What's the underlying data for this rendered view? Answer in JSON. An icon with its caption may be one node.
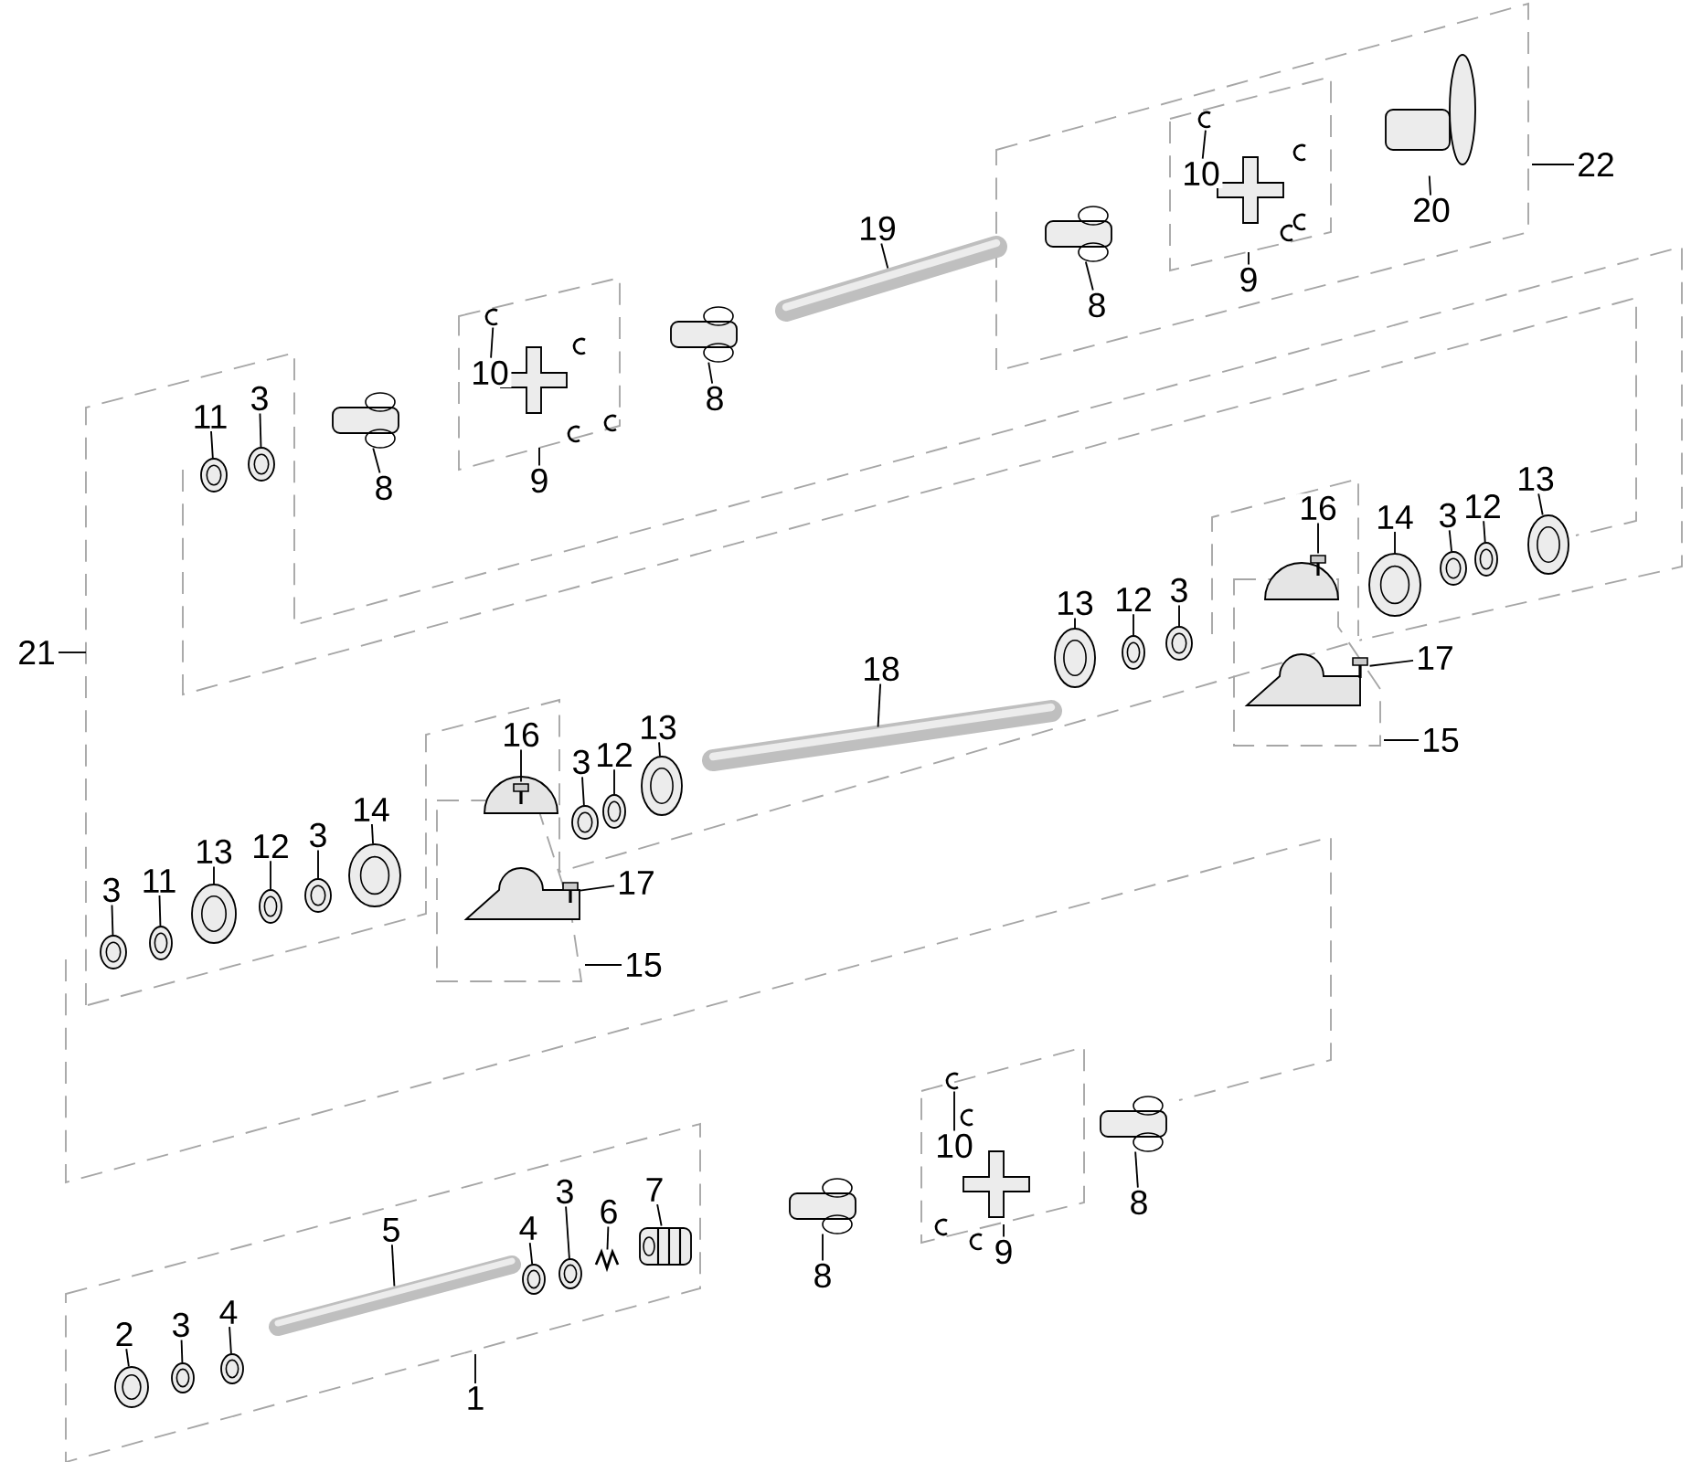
{
  "diagram": {
    "nodes": [
      {
        "text": [
          "10"
        ]
      },
      {
        "text": [
          "22"
        ]
      },
      {
        "text": [
          "19"
        ]
      },
      {
        "text": [
          "20"
        ]
      },
      {
        "text": [
          "9"
        ]
      },
      {
        "text": [
          "8"
        ]
      },
      {
        "text": [
          "10"
        ]
      },
      {
        "text": [
          "8"
        ]
      },
      {
        "text": [
          "11"
        ]
      },
      {
        "text": [
          "3"
        ]
      },
      {
        "text": [
          "9"
        ]
      },
      {
        "text": [
          "8"
        ]
      },
      {
        "text": [
          "13"
        ]
      },
      {
        "text": [
          "16"
        ]
      },
      {
        "text": [
          "14"
        ]
      },
      {
        "text": [
          "3"
        ]
      },
      {
        "text": [
          "12"
        ]
      },
      {
        "text": [
          "3"
        ]
      },
      {
        "text": [
          "12"
        ]
      },
      {
        "text": [
          "13"
        ]
      },
      {
        "text": [
          "21"
        ]
      },
      {
        "text": [
          "17"
        ]
      },
      {
        "text": [
          "18"
        ]
      },
      {
        "text": [
          "16"
        ]
      },
      {
        "text": [
          "13"
        ]
      },
      {
        "text": [
          "15"
        ]
      },
      {
        "text": [
          "12"
        ]
      },
      {
        "text": [
          "3"
        ]
      },
      {
        "text": [
          "14"
        ]
      },
      {
        "text": [
          "3"
        ]
      },
      {
        "text": [
          "12"
        ]
      },
      {
        "text": [
          "13"
        ]
      },
      {
        "text": [
          "11"
        ]
      },
      {
        "text": [
          "3"
        ]
      },
      {
        "text": [
          "17"
        ]
      },
      {
        "text": [
          "15"
        ]
      },
      {
        "text": [
          "10"
        ]
      },
      {
        "text": [
          "8"
        ]
      },
      {
        "text": [
          "9"
        ]
      },
      {
        "text": [
          "7"
        ]
      },
      {
        "text": [
          "3"
        ]
      },
      {
        "text": [
          "6"
        ]
      },
      {
        "text": [
          "4"
        ]
      },
      {
        "text": [
          "8"
        ]
      },
      {
        "text": [
          "5"
        ]
      },
      {
        "text": [
          "4"
        ]
      },
      {
        "text": [
          "3"
        ]
      },
      {
        "text": [
          "2"
        ]
      },
      {
        "text": [
          "1"
        ]
      },
      {
        "text": [],
        "shape": "picture"
      },
      {
        "text": [],
        "shape": "picture"
      },
      {
        "text": [],
        "shape": "picture"
      },
      {
        "text": [],
        "shape": "picture"
      },
      {
        "text": [],
        "shape": "picture"
      },
      {
        "text": [],
        "shape": "picture"
      },
      {
        "text": [],
        "shape": "picture"
      },
      {
        "text": [],
        "shape": "picture"
      },
      {
        "text": [],
        "shape": "picture"
      },
      {
        "text": [],
        "shape": "picture"
      },
      {
        "text": [],
        "shape": "picture"
      },
      {
        "text": [],
        "shape": "picture"
      },
      {
        "text": [],
        "shape": "picture"
      },
      {
        "text": [],
        "shape": "picture"
      },
      {
        "text": [],
        "shape": "picture"
      },
      {
        "text": [],
        "shape": "picture"
      },
      {
        "text": [],
        "shape": "picture"
      },
      {
        "text": [],
        "shape": "picture"
      },
      {
        "text": [],
        "shape": "picture"
      },
      {
        "text": [],
        "shape": "picture"
      },
      {
        "text": [],
        "shape": "picture"
      },
      {
        "text": [],
        "shape": "picture"
      },
      {
        "text": [],
        "shape": "picture"
      },
      {
        "text": [],
        "shape": "picture"
      },
      {
        "text": [],
        "shape": "picture"
      },
      {
        "text": [],
        "shape": "picture"
      },
      {
        "text": [],
        "shape": "picture"
      },
      {
        "text": [],
        "shape": "picture"
      },
      {
        "text": [],
        "shape": "picture"
      },
      {
        "text": [],
        "shape": "picture"
      },
      {
        "text": [],
        "shape": "picture"
      },
      {
        "text": [],
        "shape": "picture"
      },
      {
        "text": [],
        "shape": "picture"
      },
      {
        "text": [],
        "shape": "picture"
      },
      {
        "text": [],
        "shape": "picture"
      },
      {
        "text": [],
        "shape": "picture"
      },
      {
        "text": [],
        "shape": "picture"
      },
      {
        "text": [],
        "shape": "picture"
      },
      {
        "text": [],
        "shape": "picture"
      },
      {
        "text": [],
        "shape": "picture"
      },
      {
        "text": [],
        "shape": "picture"
      }
    ],
    "edges": [
      {
        "from": 0,
        "to": 49,
        "arrow": "none"
      },
      {
        "from": 1,
        "to": null,
        "arrow": "none"
      },
      {
        "from": 2,
        "to": 50,
        "arrow": "none"
      },
      {
        "from": 3,
        "to": 51,
        "arrow": "none"
      },
      {
        "from": 4,
        "to": null,
        "arrow": "none"
      },
      {
        "from": 5,
        "to": 52,
        "arrow": "none"
      },
      {
        "from": 6,
        "to": 53,
        "arrow": "none"
      },
      {
        "from": 7,
        "to": 54,
        "arrow": "none"
      },
      {
        "from": 8,
        "to": 55,
        "arrow": "none"
      },
      {
        "from": 9,
        "to": 56,
        "arrow": "none"
      },
      {
        "from": 10,
        "to": null,
        "arrow": "none"
      },
      {
        "from": 11,
        "to": 57,
        "arrow": "none"
      },
      {
        "from": 12,
        "to": 58,
        "arrow": "none"
      },
      {
        "from": 13,
        "to": 59,
        "arrow": "none"
      },
      {
        "from": 14,
        "to": 60,
        "arrow": "none"
      },
      {
        "from": 15,
        "to": 61,
        "arrow": "none"
      },
      {
        "from": 16,
        "to": 62,
        "arrow": "none"
      },
      {
        "from": 17,
        "to": 63,
        "arrow": "none"
      },
      {
        "from": 18,
        "to": 64,
        "arrow": "none"
      },
      {
        "from": 19,
        "to": 65,
        "arrow": "none"
      },
      {
        "from": 20,
        "to": null,
        "arrow": "none"
      },
      {
        "from": 21,
        "to": 66,
        "arrow": "none"
      },
      {
        "from": 22,
        "to": 67,
        "arrow": "none"
      },
      {
        "from": 23,
        "to": 68,
        "arrow": "none"
      },
      {
        "from": 24,
        "to": 69,
        "arrow": "none"
      },
      {
        "from": 25,
        "to": null,
        "arrow": "none"
      },
      {
        "from": 26,
        "to": 70,
        "arrow": "none"
      },
      {
        "from": 27,
        "to": 71,
        "arrow": "none"
      },
      {
        "from": 28,
        "to": 72,
        "arrow": "none"
      },
      {
        "from": 29,
        "to": 73,
        "arrow": "none"
      },
      {
        "from": 30,
        "to": 74,
        "arrow": "none"
      },
      {
        "from": 31,
        "to": 75,
        "arrow": "none"
      },
      {
        "from": 32,
        "to": 76,
        "arrow": "none"
      },
      {
        "from": 33,
        "to": 77,
        "arrow": "none"
      },
      {
        "from": 34,
        "to": 78,
        "arrow": "none"
      },
      {
        "from": 35,
        "to": null,
        "arrow": "none"
      },
      {
        "from": 36,
        "to": 79,
        "arrow": "none"
      },
      {
        "from": 37,
        "to": 80,
        "arrow": "none"
      },
      {
        "from": 38,
        "to": null,
        "arrow": "none"
      },
      {
        "from": 39,
        "to": 81,
        "arrow": "none"
      },
      {
        "from": 40,
        "to": 82,
        "arrow": "none"
      },
      {
        "from": 41,
        "to": 83,
        "arrow": "none"
      },
      {
        "from": 42,
        "to": 84,
        "arrow": "none"
      },
      {
        "from": 43,
        "to": 85,
        "arrow": "none"
      },
      {
        "from": 44,
        "to": 86,
        "arrow": "none"
      },
      {
        "from": 45,
        "to": 87,
        "arrow": "none"
      },
      {
        "from": 46,
        "to": 88,
        "arrow": "none"
      },
      {
        "from": 47,
        "to": 89,
        "arrow": "none"
      },
      {
        "from": 48,
        "to": null,
        "arrow": "none"
      }
    ]
  }
}
